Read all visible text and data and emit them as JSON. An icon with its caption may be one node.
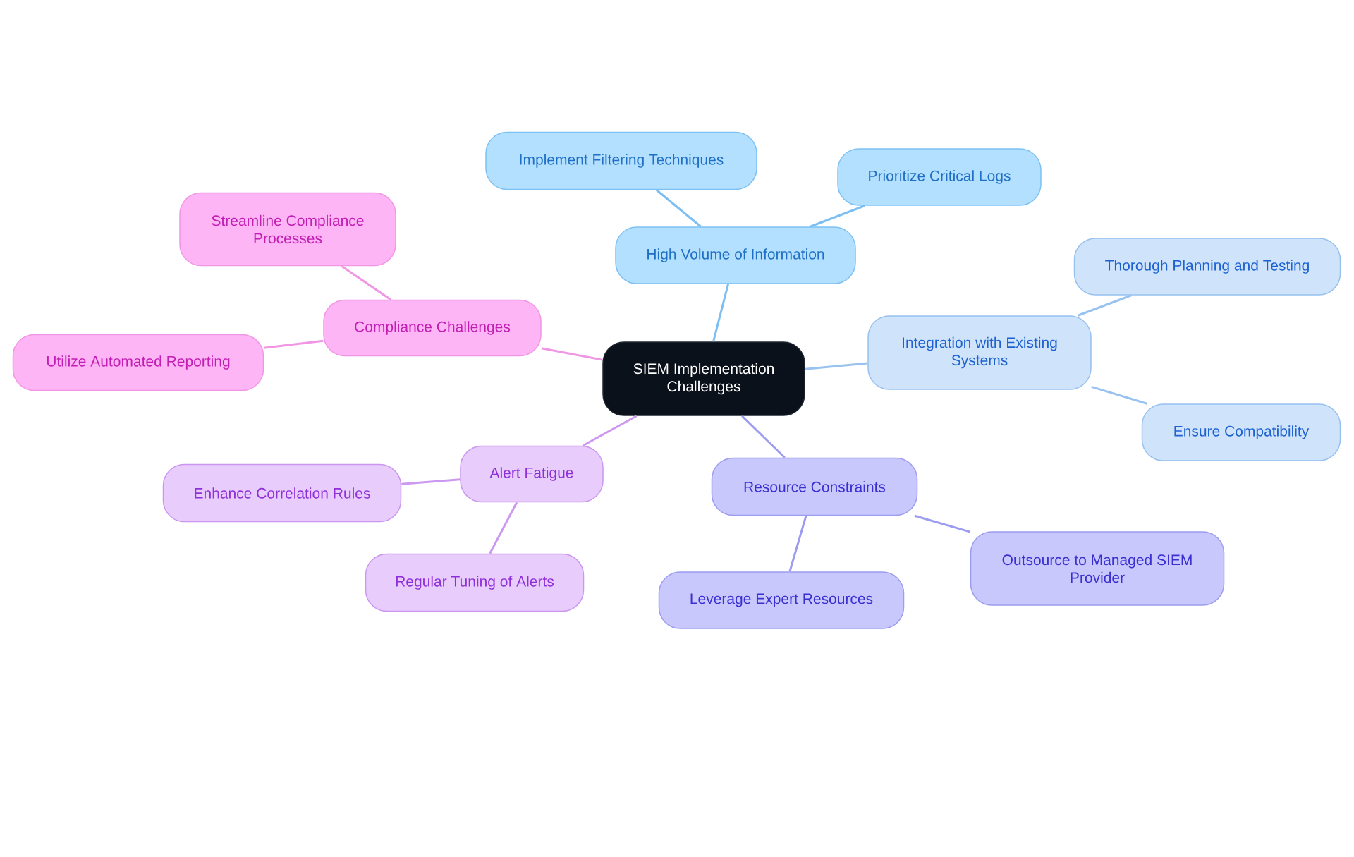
{
  "diagram": {
    "nodes": [
      {
        "text": [
          "SIEM Implementation Challenges"
        ]
      },
      {
        "text": [
          "High Volume of Information"
        ]
      },
      {
        "text": [
          "Implement Filtering Techniques"
        ]
      },
      {
        "text": [
          "Prioritize Critical Logs"
        ]
      },
      {
        "text": [
          "Integration with Existing Systems"
        ]
      },
      {
        "text": [
          "Thorough Planning and Testing"
        ]
      },
      {
        "text": [
          "Ensure Compatibility"
        ]
      },
      {
        "text": [
          "Resource Constraints"
        ]
      },
      {
        "text": [
          "Outsource to Managed SIEM Provider"
        ]
      },
      {
        "text": [
          "Leverage Expert Resources"
        ]
      },
      {
        "text": [
          "Alert Fatigue"
        ]
      },
      {
        "text": [
          "Enhance Correlation Rules"
        ]
      },
      {
        "text": [
          "Regular Tuning of Alerts"
        ]
      },
      {
        "text": [
          "Compliance Challenges"
        ]
      },
      {
        "text": [
          "Streamline Compliance Processes"
        ]
      },
      {
        "text": [
          "Utilize Automated Reporting"
        ]
      }
    ],
    "edges": [
      {
        "from": 0,
        "to": 1,
        "arrow": "none",
        "color": "#7dbff2"
      },
      {
        "from": 1,
        "to": 2,
        "arrow": "none",
        "color": "#7dbff2"
      },
      {
        "from": 1,
        "to": 3,
        "arrow": "none",
        "color": "#7dbff2"
      },
      {
        "from": 0,
        "to": 4,
        "arrow": "none",
        "color": "#98c2f0"
      },
      {
        "from": 4,
        "to": 5,
        "arrow": "none",
        "color": "#98c2f0"
      },
      {
        "from": 4,
        "to": 6,
        "arrow": "none",
        "color": "#98c2f0"
      },
      {
        "from": 0,
        "to": 7,
        "arrow": "none",
        "color": "#9c9cf0"
      },
      {
        "from": 7,
        "to": 8,
        "arrow": "none",
        "color": "#9c9cf0"
      },
      {
        "from": 7,
        "to": 9,
        "arrow": "none",
        "color": "#9c9cf0"
      },
      {
        "from": 0,
        "to": 10,
        "arrow": "none",
        "color": "#cc98f0"
      },
      {
        "from": 10,
        "to": 11,
        "arrow": "none",
        "color": "#cc98f0"
      },
      {
        "from": 10,
        "to": 12,
        "arrow": "none",
        "color": "#cc98f0"
      },
      {
        "from": 0,
        "to": 13,
        "arrow": "none",
        "color": "#f096e4"
      },
      {
        "from": 13,
        "to": 14,
        "arrow": "none",
        "color": "#f096e4"
      },
      {
        "from": 13,
        "to": 15,
        "arrow": "none",
        "color": "#f096e4"
      }
    ]
  }
}
